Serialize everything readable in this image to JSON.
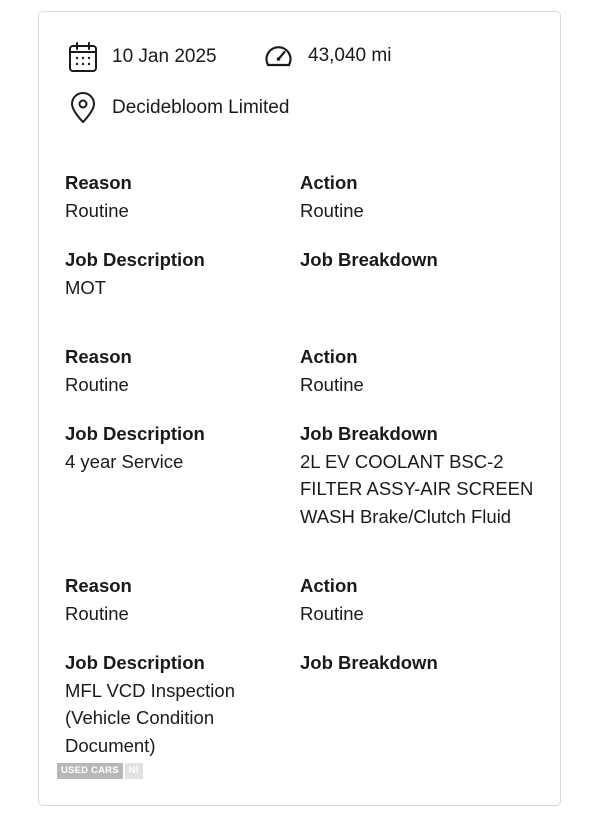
{
  "summary": {
    "date": "10 Jan 2025",
    "mileage": "43,040 mi",
    "garage": "Decidebloom Limited"
  },
  "labels": {
    "reason": "Reason",
    "action": "Action",
    "job_description": "Job Description",
    "job_breakdown": "Job Breakdown"
  },
  "jobs": [
    {
      "reason": "Routine",
      "action": "Routine",
      "description": "MOT",
      "breakdown": ""
    },
    {
      "reason": "Routine",
      "action": "Routine",
      "description": "4 year Service",
      "breakdown": "2L EV COOLANT BSC-2\nFILTER ASSY-AIR SCREEN\nWASH Brake/Clutch Fluid"
    },
    {
      "reason": "Routine",
      "action": "Routine",
      "description": "MFL VCD Inspection\n(Vehicle Condition\nDocument)",
      "breakdown": ""
    }
  ],
  "watermark": {
    "primary": "USED CARS",
    "secondary": "NI"
  },
  "icons": {
    "date": "calendar-icon",
    "mileage": "speedometer-icon",
    "garage": "location-pin-icon"
  }
}
